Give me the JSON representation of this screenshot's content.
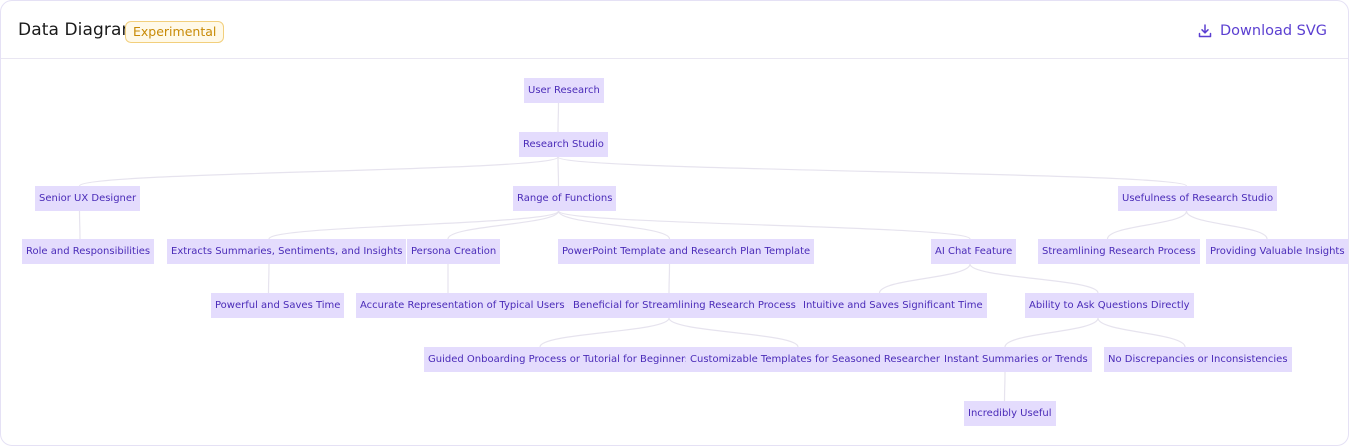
{
  "header": {
    "title": "Data Diagram",
    "badge": "Experimental",
    "download_label": "Download SVG",
    "download_icon": "download-icon"
  },
  "colors": {
    "node_fill": "#e4dcfd",
    "node_text": "#4a2bb8",
    "edge": "#e6e3ee",
    "accent": "#5b3fd1",
    "badge_border": "#f2cf7c",
    "badge_text": "#c88a06"
  },
  "diagram": {
    "nodes": [
      {
        "id": "user_research",
        "label": "User Research",
        "parent": null
      },
      {
        "id": "research_studio",
        "label": "Research Studio",
        "parent": "user_research"
      },
      {
        "id": "senior_ux",
        "label": "Senior UX Designer",
        "parent": "research_studio"
      },
      {
        "id": "range_functions",
        "label": "Range of Functions",
        "parent": "research_studio"
      },
      {
        "id": "usefulness",
        "label": "Usefulness of Research Studio",
        "parent": "research_studio"
      },
      {
        "id": "role_resp",
        "label": "Role and Responsibilities",
        "parent": "senior_ux"
      },
      {
        "id": "extracts",
        "label": "Extracts Summaries, Sentiments, and Insights",
        "parent": "range_functions"
      },
      {
        "id": "persona",
        "label": "Persona Creation",
        "parent": "range_functions"
      },
      {
        "id": "ppt_template",
        "label": "PowerPoint Template and Research Plan Template",
        "parent": "range_functions"
      },
      {
        "id": "ai_chat",
        "label": "AI Chat Feature",
        "parent": "range_functions"
      },
      {
        "id": "streamlining",
        "label": "Streamlining Research Process",
        "parent": "usefulness"
      },
      {
        "id": "valuable",
        "label": "Providing Valuable Insights",
        "parent": "usefulness"
      },
      {
        "id": "powerful",
        "label": "Powerful and Saves Time",
        "parent": "extracts"
      },
      {
        "id": "accurate",
        "label": "Accurate Representation of Typical Users",
        "parent": "persona"
      },
      {
        "id": "beneficial",
        "label": "Beneficial for Streamlining Research Process",
        "parent": "ppt_template"
      },
      {
        "id": "intuitive",
        "label": "Intuitive and Saves Significant Time",
        "parent": "ai_chat"
      },
      {
        "id": "ability",
        "label": "Ability to Ask Questions Directly",
        "parent": "ai_chat"
      },
      {
        "id": "guided",
        "label": "Guided Onboarding Process or Tutorial for Beginners",
        "parent": "beneficial"
      },
      {
        "id": "customizable",
        "label": "Customizable Templates for Seasoned Researchers",
        "parent": "beneficial"
      },
      {
        "id": "instant",
        "label": "Instant Summaries or Trends",
        "parent": "ability"
      },
      {
        "id": "no_discrepancies",
        "label": "No Discrepancies or Inconsistencies",
        "parent": "ability"
      },
      {
        "id": "incredibly",
        "label": "Incredibly Useful",
        "parent": "instant"
      }
    ]
  }
}
